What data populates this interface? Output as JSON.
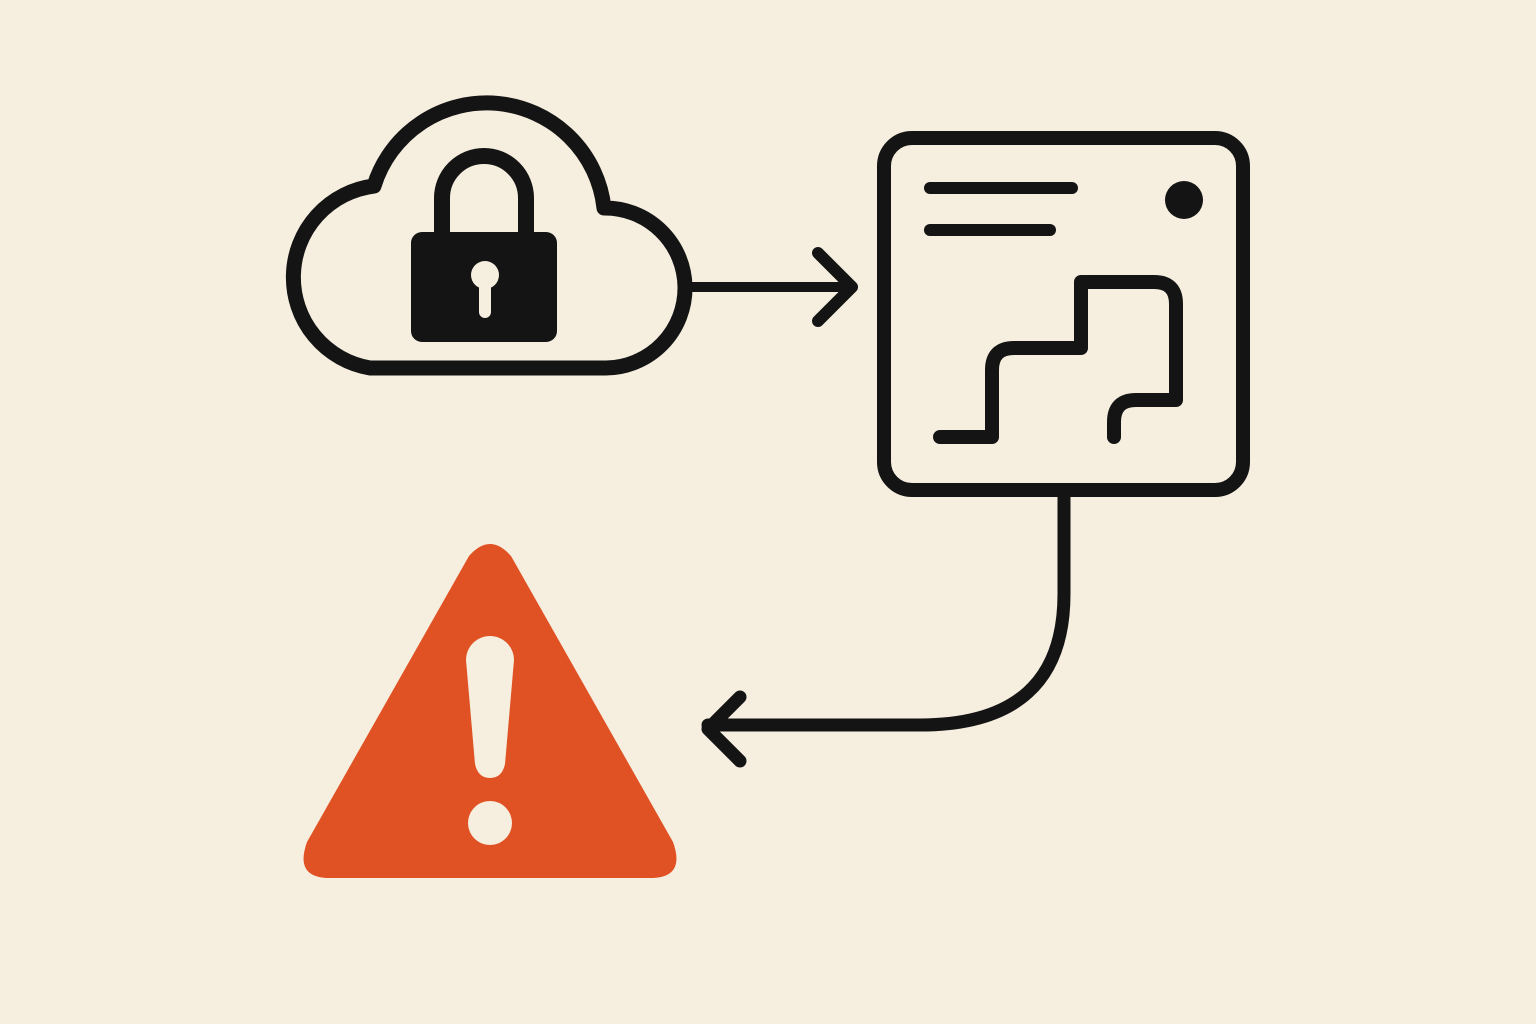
{
  "colors": {
    "background": "#F6EEDF",
    "ink": "#141414",
    "warning": "#E05223",
    "glyph": "#F6EEDF"
  },
  "nodes": [
    {
      "id": "cloud",
      "icon": "cloud-lock-icon"
    },
    {
      "id": "window",
      "icon": "app-window-icon"
    },
    {
      "id": "warning",
      "icon": "warning-triangle-icon"
    }
  ],
  "connections": [
    {
      "from": "cloud",
      "to": "window",
      "arrow": "right"
    },
    {
      "from": "window",
      "to": "warning",
      "arrow": "left"
    }
  ]
}
